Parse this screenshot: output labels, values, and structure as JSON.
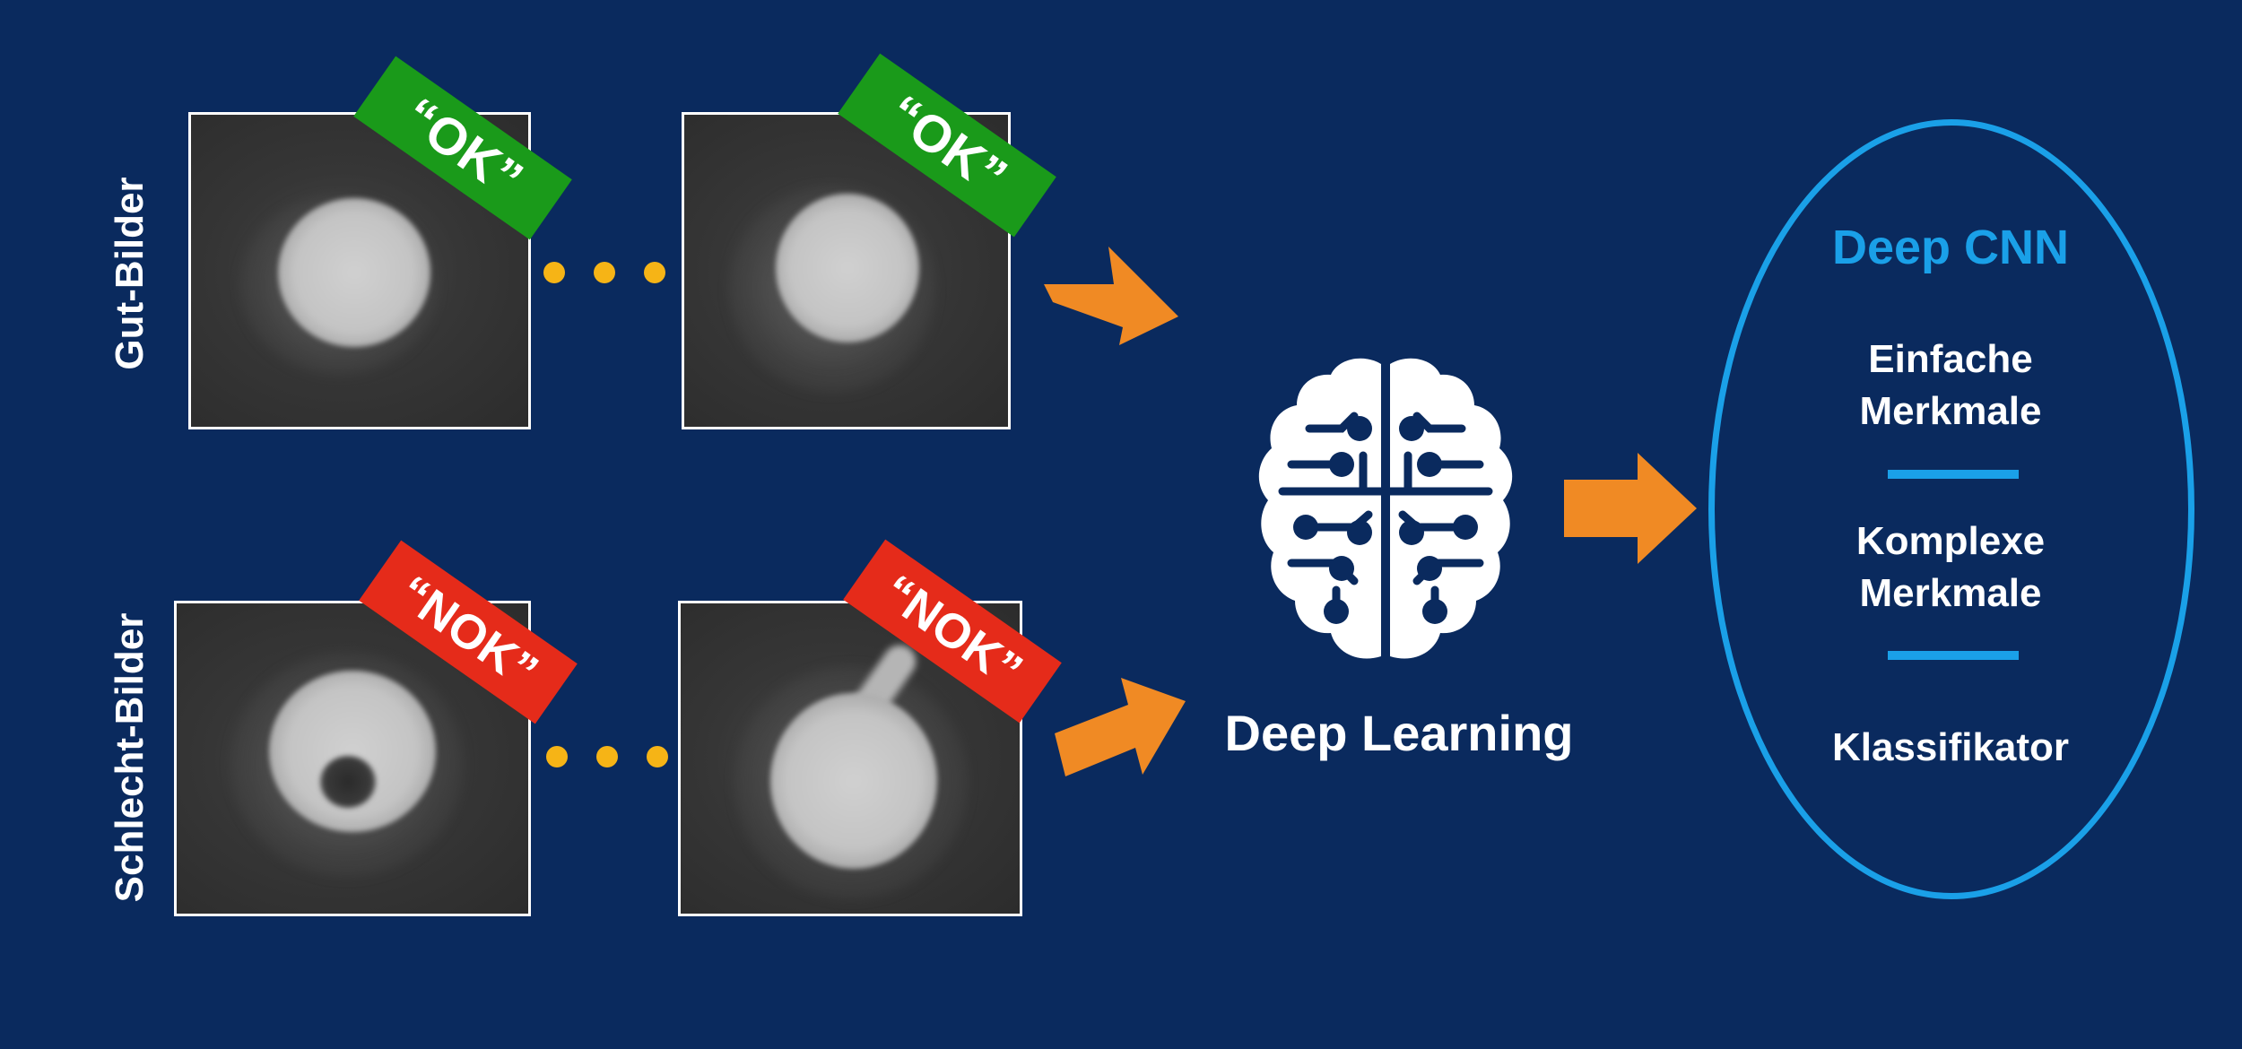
{
  "rows": {
    "good_label": "Gut-Bilder",
    "bad_label": "Schlecht-Bilder"
  },
  "tags": {
    "ok": "“OK”",
    "nok": "“NOK”"
  },
  "center": {
    "label": "Deep Learning",
    "icon": "brain-circuit-icon"
  },
  "cnn": {
    "title": "Deep CNN",
    "layers": [
      {
        "line1": "Einfache",
        "line2": "Merkmale"
      },
      {
        "line1": "Komplexe",
        "line2": "Merkmale"
      },
      {
        "line1": "Klassifikator",
        "line2": ""
      }
    ]
  },
  "colors": {
    "background": "#0a2a5e",
    "ok_tag": "#1a9a1a",
    "nok_tag": "#e52b1a",
    "arrow": "#f08a24",
    "dots": "#f6b416",
    "cnn_accent": "#1aa0e8"
  }
}
